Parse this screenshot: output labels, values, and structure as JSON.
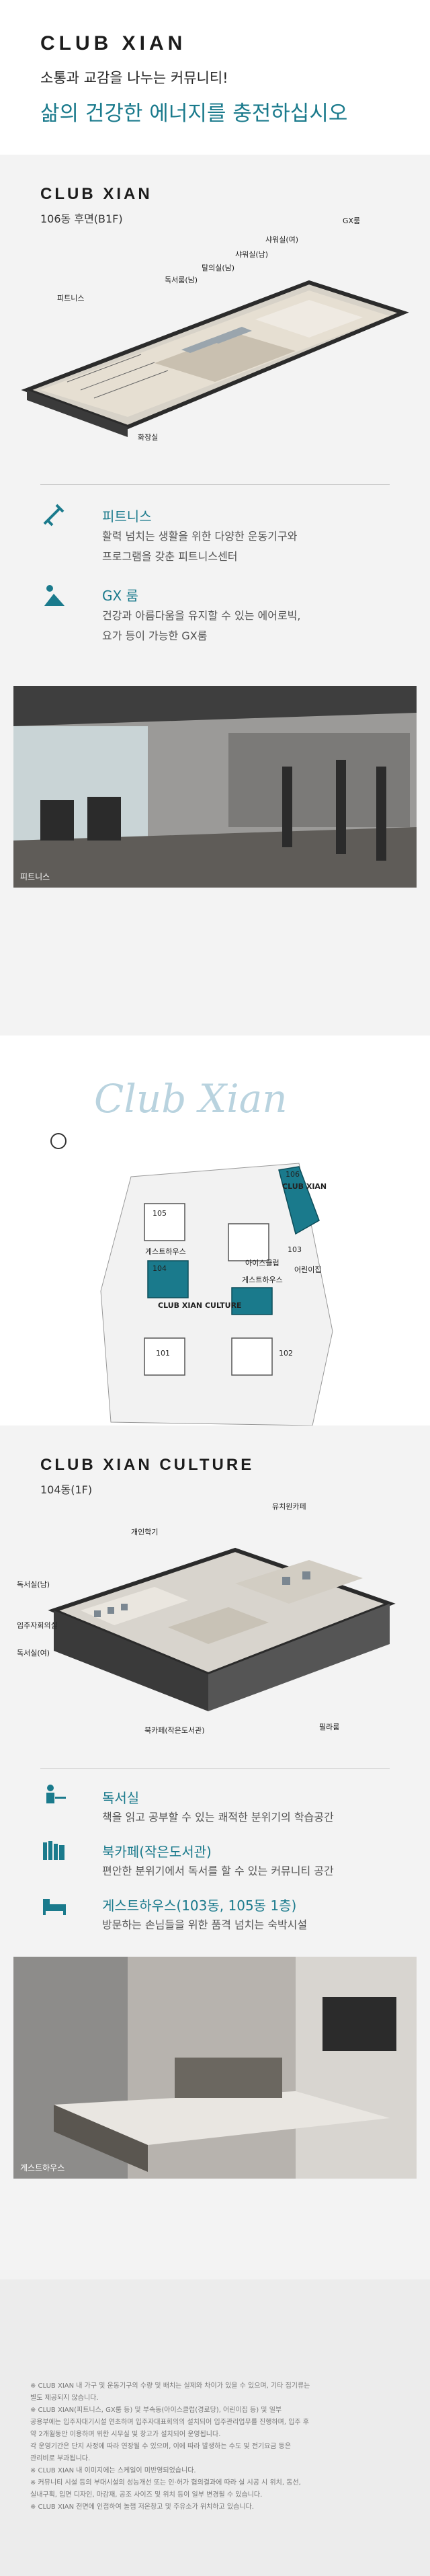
{
  "hero": {
    "brand": "CLUB XIAN",
    "subtitle": "소통과 교감을 나누는 커뮤니티!",
    "title": "삶의 건강한 에너지를 충전하십시오"
  },
  "section_b1f": {
    "title": "CLUB XIAN",
    "subtitle": "106동 후면(B1F)",
    "callouts": [
      "피트니스",
      "독서룸(남)",
      "탈의실(남)",
      "샤워실(남)",
      "샤워실(여)",
      "GX룸",
      "화장실"
    ],
    "features": [
      {
        "icon": "fitness-icon",
        "name": "피트니스",
        "lines": [
          "활력 넘치는 생활을 위한 다양한 운동기구와",
          "프로그램을 갖춘 피트니스센터"
        ]
      },
      {
        "icon": "gx-icon",
        "name": "GX 룸",
        "lines": [
          "건강과 아름다움을 유지할 수 있는 에어로빅,",
          "요가 등이 가능한 GX룸"
        ]
      }
    ],
    "photo_caption": "피트니스"
  },
  "site_map": {
    "signature": "Club Xian",
    "labels": [
      "105",
      "106",
      "CLUB XIAN",
      "게스트하우스",
      "104",
      "CLUB XIAN CULTURE",
      "103",
      "어린이집",
      "게스트하우스",
      "아이스클럽",
      "101",
      "102"
    ]
  },
  "section_1f": {
    "title": "CLUB XIAN CULTURE",
    "subtitle": "104동(1F)",
    "callouts": [
      "개인학기",
      "독서실(남)",
      "입주자회의실",
      "독서실(여)",
      "유치원카페",
      "북카페(작은도서관)",
      "필라룸"
    ],
    "features": [
      {
        "icon": "reading-room-icon",
        "name": "독서실",
        "lines": [
          "책을 읽고 공부할 수 있는 쾌적한 분위기의 학습공간"
        ]
      },
      {
        "icon": "book-cafe-icon",
        "name": "북카페(작은도서관)",
        "lines": [
          "편안한 분위기에서 독서를 할 수 있는 커뮤니티 공간"
        ]
      },
      {
        "icon": "guesthouse-icon",
        "name": "게스트하우스(103동, 105동 1층)",
        "lines": [
          "방문하는 손님들을 위한 품격 넘치는 숙박시설"
        ]
      }
    ],
    "photo_caption": "게스트하우스"
  },
  "notes": [
    "※ CLUB XIAN 내 가구 및 운동기구의 수량 및 배치는 실제와 차이가 있을 수 있으며, 기타 집기류는",
    "별도 제공되지 않습니다.",
    "※ CLUB XIAN(피트니스, GX룸 등) 및 부속동(아이스클럽(경로당), 어린이집 등) 및 일부",
    "공용부에는 입주자대기시설 연초하며 입주자대표회의의 설치되어 입주관리업무를 진행하며, 입주 후",
    "약 2개월동안 이용하며 위한 시무실 및 창고가 설치되어 운영됩니다.",
    "각 운영기간은 단지 사정에 따라 연장될 수 있으며, 이에 따라 발생하는 수도 및 전기요금 등은",
    "관리비로 부과됩니다.",
    "※ CLUB XIAN 내 이미지에는 스케일이 미반영되었습니다.",
    "※ 커뮤니티 시설 등의 부대시설의 성능개선 또는 인·허가 협의결과에 따라 실 시공 시 위치, 동선,",
    "실내구획, 입면 디자인, 마감재, 공조 사이즈 및 위치 등이 일부 변경될 수 있습니다.",
    "※ CLUB XIAN 전면에 인접하여 놀챕 저온창고 및 주유소가 위치하고 있습니다."
  ]
}
